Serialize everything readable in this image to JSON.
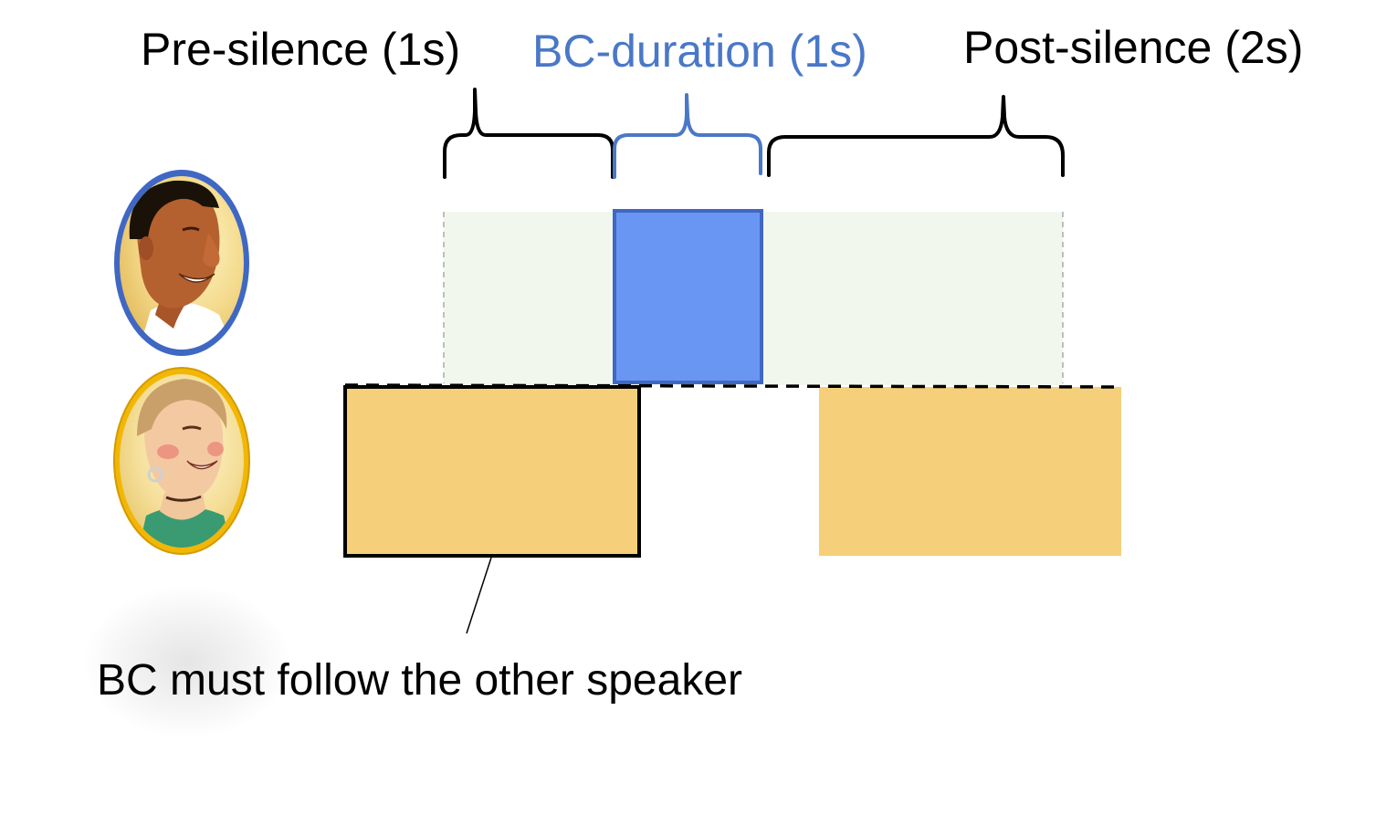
{
  "labels": {
    "pre_silence": "Pre-silence (1s)",
    "bc_duration": "BC-duration (1s)",
    "post_silence": "Post-silence (2s)",
    "caption": "BC must follow the other speaker"
  },
  "speakers": [
    {
      "role": "backchanneler",
      "avatar_icon": "man-avatar-icon",
      "frame_color": "#3f67c4"
    },
    {
      "role": "other-speaker",
      "avatar_icon": "woman-avatar-icon",
      "frame_color": "#f2b705"
    }
  ],
  "colors": {
    "bc_segment": "#6996f2",
    "bc_label": "#4a78c8",
    "silence_region": "#f2f7ee",
    "other_speaker_segment": "#f5cf7a",
    "bracket_default": "#000000",
    "bracket_bc": "#4a78c8"
  }
}
